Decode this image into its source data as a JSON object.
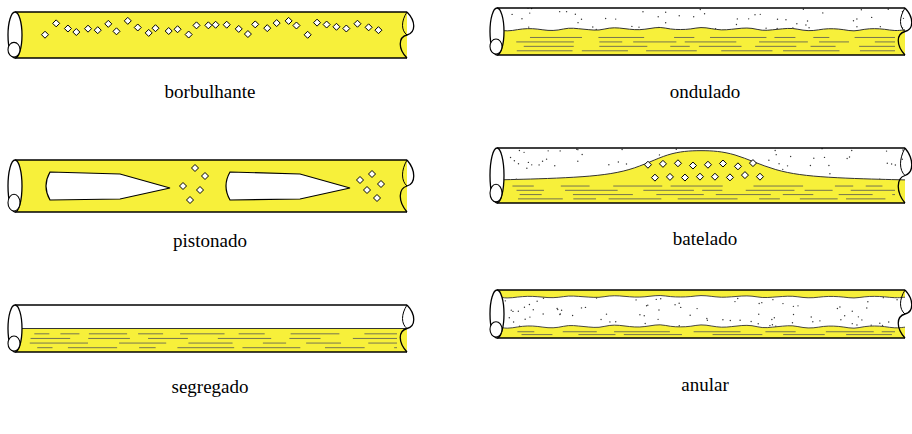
{
  "diagram": {
    "labels": [
      "borbulhante",
      "ondulado",
      "pistonado",
      "batelado",
      "segregado",
      "anular"
    ]
  }
}
